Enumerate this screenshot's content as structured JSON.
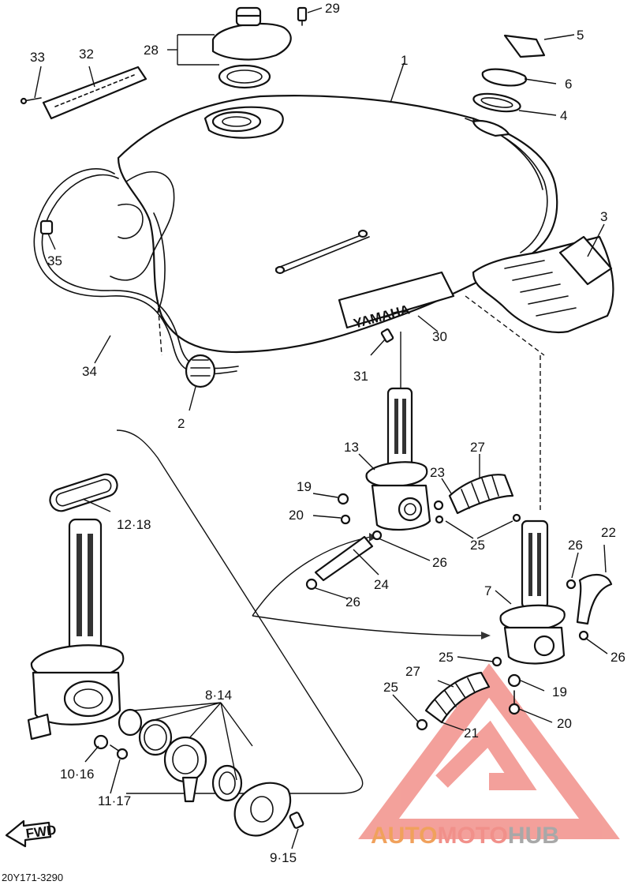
{
  "diagram_code": "20Y171-3290",
  "fwd_label": "FWD",
  "tank_emblem": "YAMAHA",
  "watermark": {
    "part1": "AUTO",
    "part2": "MOTO",
    "part3": "HUB",
    "color_a": "#f0a15c",
    "color_b": "#f1908a",
    "color_c": "#a8a8a8"
  },
  "callouts": [
    "29",
    "5",
    "28",
    "33",
    "32",
    "1",
    "6",
    "4",
    "3",
    "35",
    "30",
    "31",
    "34",
    "2",
    "13",
    "27",
    "19",
    "23",
    "20",
    "25",
    "26",
    "22",
    "24",
    "7",
    "12·18",
    "8·14",
    "10·16",
    "11·17",
    "9·15",
    "21"
  ]
}
